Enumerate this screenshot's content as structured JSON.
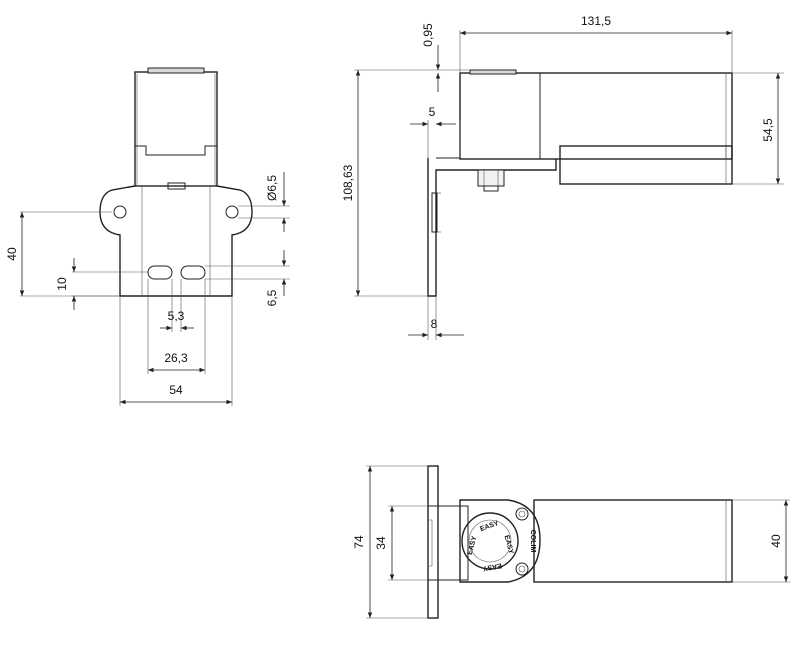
{
  "dimensions": {
    "front_hole_diameter": "Ø6,5",
    "front_height_40": "40",
    "front_slot_10": "10",
    "front_slot_offset": "6,5",
    "front_slot_width": "5,3",
    "front_slot_span": "26,3",
    "front_width_54": "54",
    "side_offset_095": "0,95",
    "side_length_1315": "131,5",
    "side_plate_5": "5",
    "side_height_10863": "108,63",
    "side_height_545": "54,5",
    "side_plate_8": "8",
    "top_width_74": "74",
    "top_width_34": "34",
    "top_width_40": "40"
  },
  "cap_text": {
    "easy": "EASY",
    "brand": "COLIM"
  }
}
